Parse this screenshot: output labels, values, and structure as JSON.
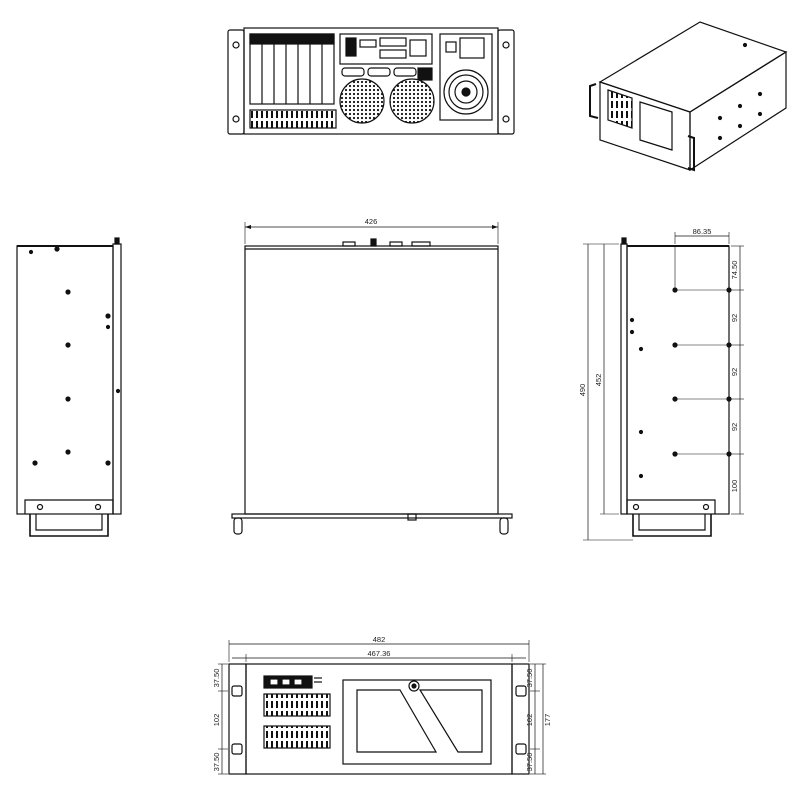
{
  "front_view_top": {
    "overall_width": "426"
  },
  "side_view_right": {
    "top_offset": "86.35",
    "total_depth": "490",
    "inner_depth": "452",
    "seg_1": "74.50",
    "seg_2": "92",
    "seg_3": "92",
    "seg_4": "92",
    "seg_5": "100"
  },
  "front_panel": {
    "outer_width": "482",
    "inner_width": "467.36",
    "left_top": "37.50",
    "left_mid": "102",
    "left_bottom": "37.50",
    "right_top": "37.50",
    "right_mid": "102",
    "right_bottom": "37.50",
    "overall_height": "177"
  }
}
